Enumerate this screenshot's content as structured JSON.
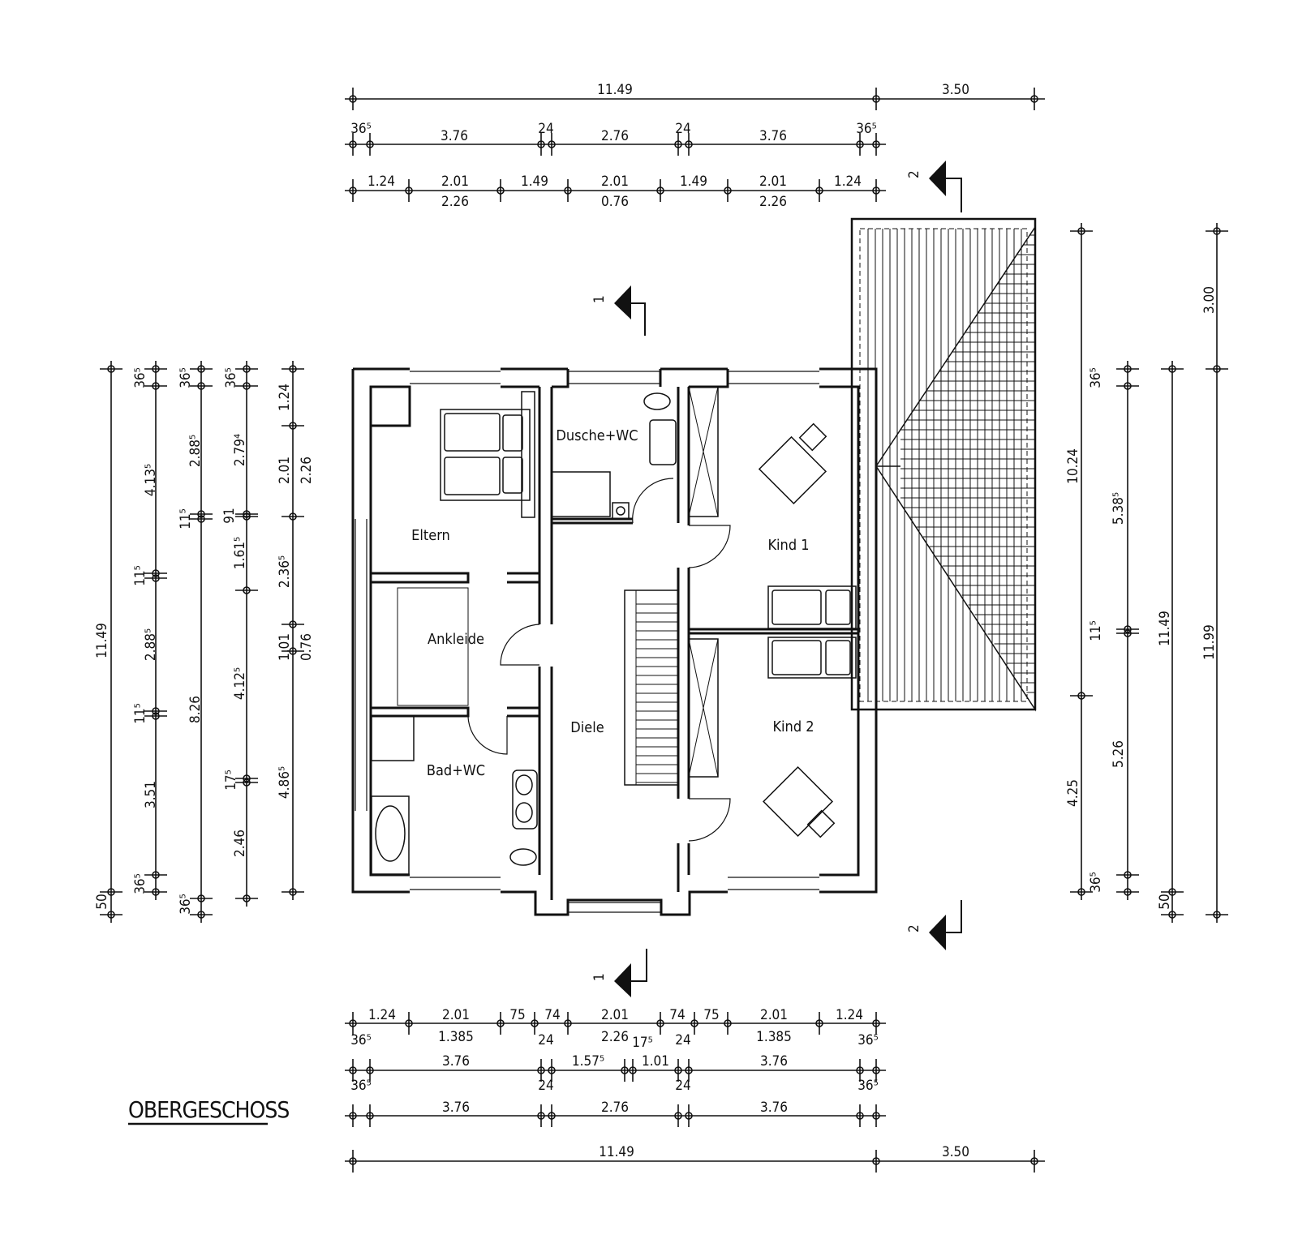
{
  "title": "OBERGESCHOSS",
  "rooms": {
    "eltern": "Eltern",
    "ankleide": "Ankleide",
    "bad": "Bad+WC",
    "dusche": "Dusche+WC",
    "diele": "Diele",
    "kind1": "Kind 1",
    "kind2": "Kind 2"
  },
  "section_markers": {
    "top_1": "1",
    "bottom_1": "1",
    "top_2": "2",
    "bottom_2": "2"
  },
  "dimensions": {
    "top": [
      "11.49",
      "3.50",
      "36⁵",
      "3.76",
      "24",
      "2.76",
      "24",
      "3.76",
      "36⁵",
      "1.24",
      "2.01",
      "1.49",
      "2.01",
      "1.49",
      "2.01",
      "1.24",
      "2.26",
      "0.76",
      "2.26"
    ],
    "bottom": [
      "1.24",
      "2.01",
      "75",
      "74",
      "2.01",
      "74",
      "75",
      "2.01",
      "1.24",
      "1.385",
      "2.26",
      "1.385",
      "36⁵",
      "24",
      "17⁵",
      "24",
      "36⁵",
      "3.76",
      "1.57⁵",
      "1.01",
      "3.76",
      "36⁵",
      "24",
      "24",
      "36⁵",
      "3.76",
      "2.76",
      "3.76",
      "11.49",
      "3.50"
    ],
    "left": [
      "11.49",
      "50",
      "36⁵",
      "4.13⁵",
      "11⁵",
      "2.88⁵",
      "11⁵",
      "3.51",
      "36⁵",
      "36⁵",
      "2.88⁵",
      "11⁵",
      "8.26",
      "36⁵",
      "36⁵",
      "2.79⁴",
      "91",
      "1.61⁵",
      "4.12⁵",
      "17⁵",
      "2.46",
      "1.24",
      "2.01",
      "2.26",
      "2.36⁵",
      "1.01",
      "0.76",
      "4.86⁵"
    ],
    "right": [
      "10.24",
      "4.25",
      "36⁵",
      "36⁵",
      "5.38⁵",
      "11⁵",
      "5.26",
      "11.49",
      "50",
      "3.00",
      "11.99"
    ]
  }
}
